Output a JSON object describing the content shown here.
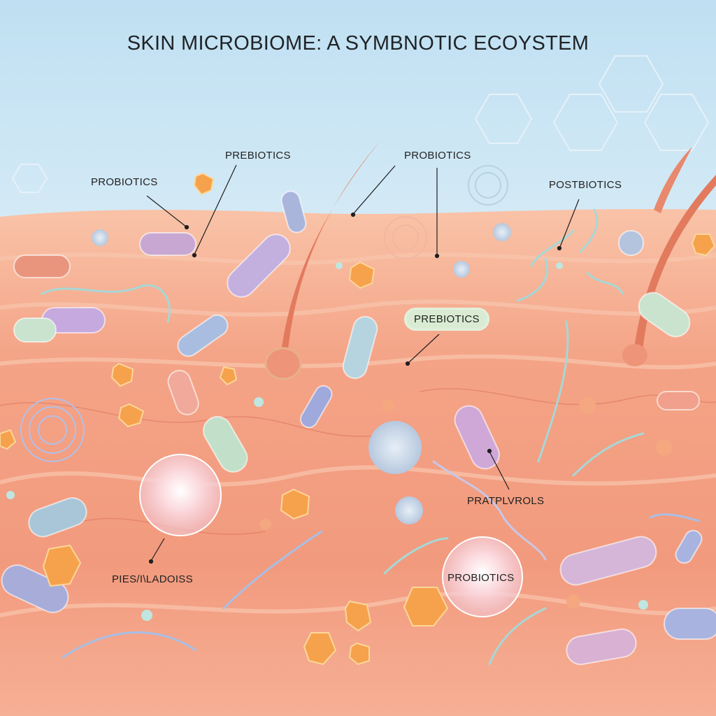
{
  "title": "SKIN MICROBIOME: A SYMBNOTIC ECOYSTEM",
  "labels": {
    "probiotics_left": "PROBIOTICS",
    "prebiotics_top": "PREBIOTICS",
    "probiotics_top": "PROBIOTICS",
    "postbiotics": "POSTBIOTICS",
    "prebiotics_mid": "PREBIOTICS",
    "pratplvrols": "PRATPLVROLS",
    "pies_inladoiss": "PIES/I\\LADOISS",
    "probiotics_bubble": "PROBIOTICS"
  },
  "colors": {
    "sky_top": "#bfe0f2",
    "sky_bottom": "#f3f8fb",
    "skin_light": "#f7b79c",
    "skin_mid": "#f29a7e",
    "skin_dark": "#e9856a",
    "hair": "#e27a5e",
    "bacteria_purple": "#b9a3d6",
    "bacteria_green": "#b9dcc5",
    "bacteria_blue": "#9fb3d8",
    "crystal": "#f5a24a",
    "filament": "#a9d6d6"
  }
}
